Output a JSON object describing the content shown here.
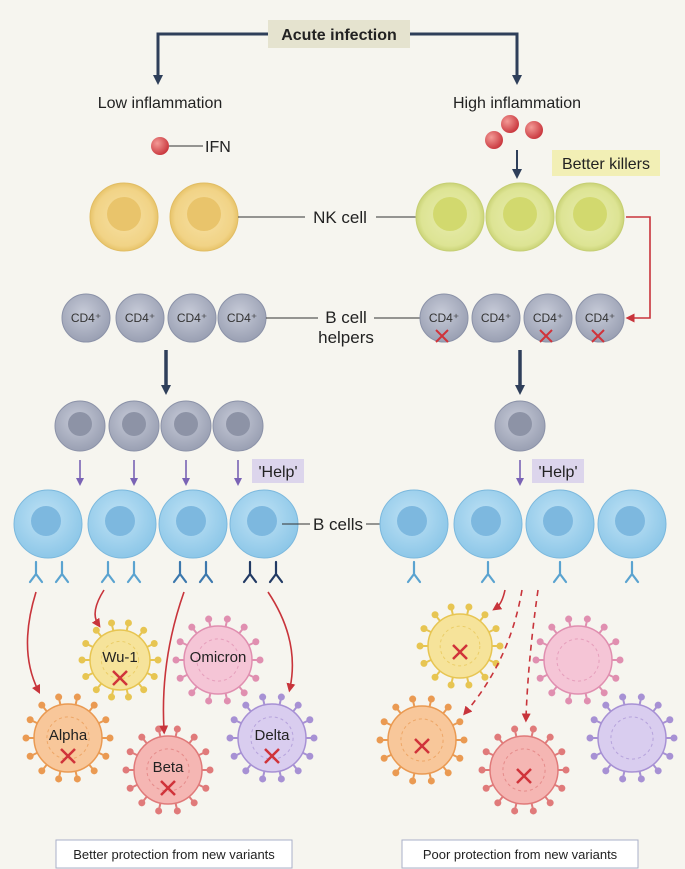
{
  "title": "Acute infection",
  "branches": {
    "left": "Low inflammation",
    "right": "High inflammation"
  },
  "labels": {
    "ifn": "IFN",
    "better_killers": "Better killers",
    "nk_cell": "NK cell",
    "b_cell_helpers_line1": "B cell",
    "b_cell_helpers_line2": "helpers",
    "help": "'Help'",
    "b_cells": "B cells",
    "cd4": "CD4⁺"
  },
  "variants": [
    "Wu-1",
    "Omicron",
    "Alpha",
    "Beta",
    "Delta"
  ],
  "footer": {
    "left": "Better protection from new variants",
    "right": "Poor protection from new variants"
  },
  "colors": {
    "title_box": "#e5e3cf",
    "better_killers_box": "#f2efb5",
    "help_box": "#dcd5ec",
    "arrow_dark": "#2f3f5a",
    "arrow_red": "#c8343b",
    "arrow_purple": "#7a63b5",
    "nk_low": "#f3d78a",
    "nk_high": "#dfe59a",
    "cd4": "#b7bccb",
    "b_cell": "#a9d6ef",
    "ifn": "#d84b4b"
  }
}
